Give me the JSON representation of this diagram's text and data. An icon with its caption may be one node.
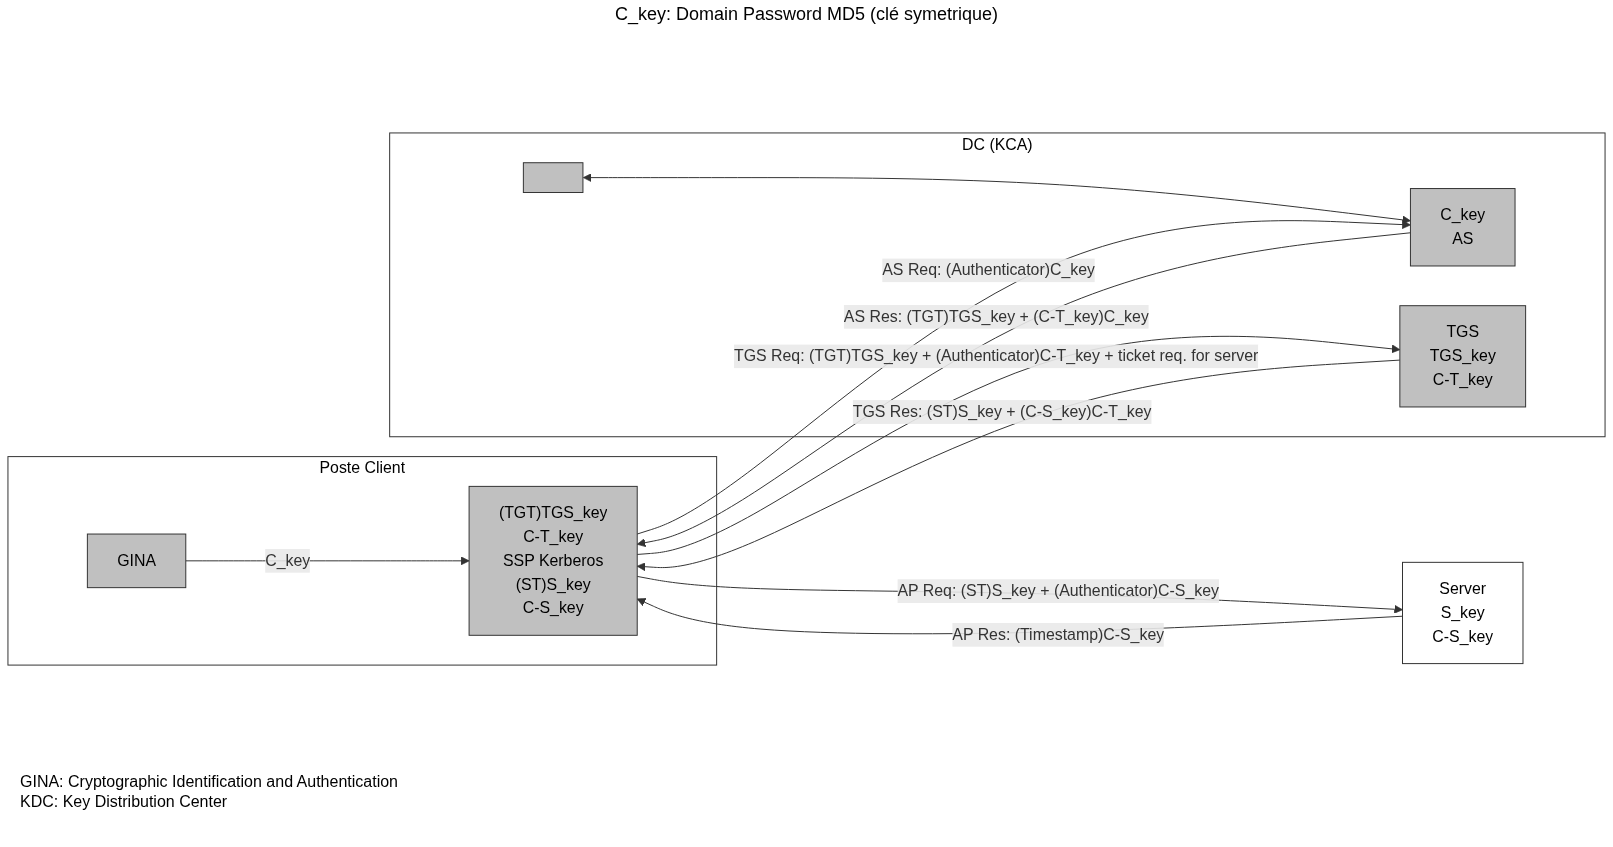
{
  "diagram": {
    "nodes": [
      {
        "text": [
          "Poste Client"
        ]
      },
      {
        "text": [
          "GINA"
        ],
        "in": 0
      },
      {
        "text": [
          "(TGT)TGS_key",
          "C-T_key",
          "SSP Kerberos",
          "(ST)S_key",
          "C-S_key"
        ],
        "in": 0
      },
      {
        "text": [
          "DC (KCA)"
        ]
      },
      {
        "text": [],
        "shape": "box",
        "in": 3
      },
      {
        "text": [
          "C_key",
          "AS"
        ],
        "in": 3
      },
      {
        "text": [
          "TGS",
          "TGS_key",
          "C-T_key"
        ],
        "in": 3
      },
      {
        "text": [
          "Server",
          "S_key",
          "C-S_key"
        ]
      }
    ],
    "edges": [
      {
        "from": 1,
        "to": 2,
        "arrow": "to",
        "label": "C_key"
      },
      {
        "from": 4,
        "to": 5,
        "arrow": "both"
      },
      {
        "from": 2,
        "to": 5,
        "arrow": "to",
        "label": "AS Req: (Authenticator)C_key"
      },
      {
        "from": 5,
        "to": 2,
        "arrow": "to",
        "label": "AS Res: (TGT)TGS_key + (C-T_key)C_key"
      },
      {
        "from": 2,
        "to": 6,
        "arrow": "to",
        "label": "TGS Req: (TGT)TGS_key + (Authenticator)C-T_key + ticket req. for server"
      },
      {
        "from": 6,
        "to": 2,
        "arrow": "to",
        "label": "TGS Res: (ST)S_key + (C-S_key)C-T_key"
      },
      {
        "from": 2,
        "to": 7,
        "arrow": "to",
        "label": "AP Req: (ST)S_key + (Authenticator)C-S_key"
      },
      {
        "from": 7,
        "to": 2,
        "arrow": "to",
        "label": "AP Res: (Timestamp)C-S_key"
      }
    ],
    "labels": [
      "C_key: Domain Password MD5 (clé symetrique)",
      "GINA: Cryptographic Identification and Authentication",
      "KDC: Key Distribution Center"
    ]
  }
}
